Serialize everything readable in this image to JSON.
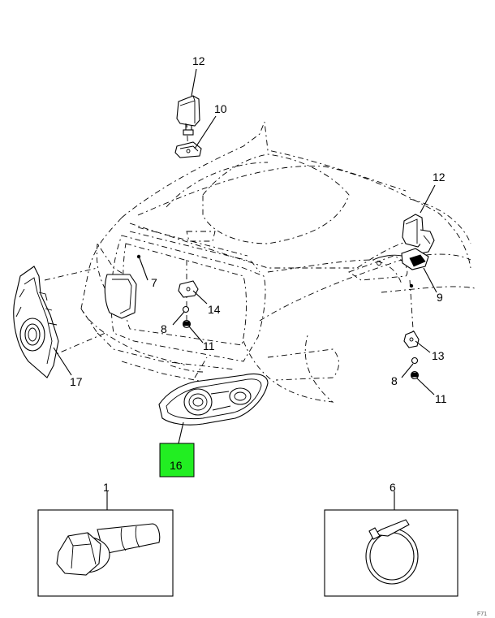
{
  "diagram": {
    "callouts": {
      "c1": "1",
      "c6": "6",
      "c7": "7",
      "c8a": "8",
      "c8b": "8",
      "c9": "9",
      "c10": "10",
      "c11a": "11",
      "c11b": "11",
      "c12a": "12",
      "c12b": "12",
      "c13": "13",
      "c14": "14",
      "c16": "16",
      "c17": "17"
    },
    "highlighted_callout": "16",
    "highlight_color": "#22ee22",
    "corner_mark": "F71"
  }
}
